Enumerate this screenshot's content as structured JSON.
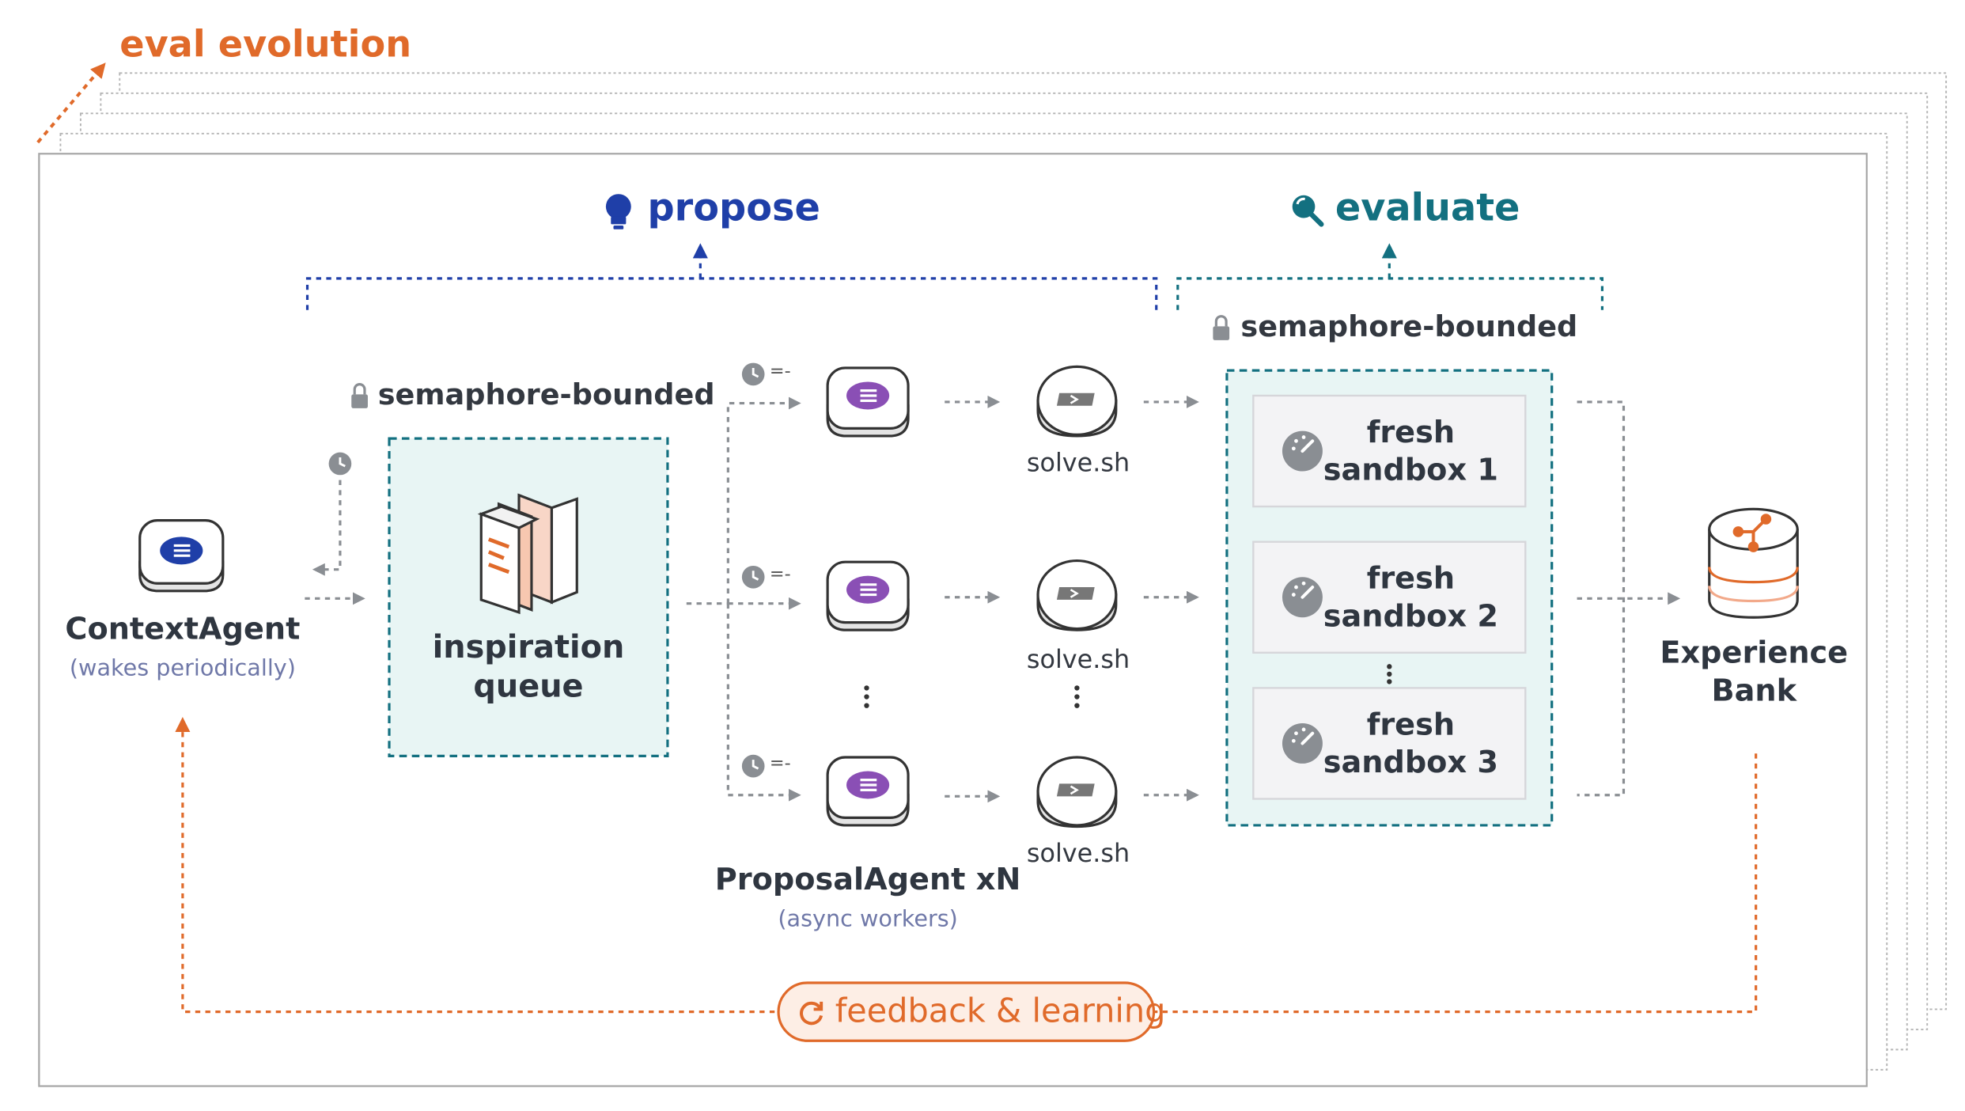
{
  "title": "eval evolution",
  "phases": {
    "propose": "propose",
    "evaluate": "evaluate"
  },
  "semaphore_label": "semaphore-bounded",
  "context_agent": {
    "name": "ContextAgent",
    "subtitle": "(wakes periodically)"
  },
  "queue": {
    "line1": "inspiration",
    "line2": "queue"
  },
  "proposal_agent": {
    "name": "ProposalAgent xN",
    "subtitle": "(async workers)"
  },
  "worker_timer_label": "=-",
  "solve_label": "solve.sh",
  "sandboxes": [
    {
      "line1": "fresh",
      "line2": "sandbox 1"
    },
    {
      "line1": "fresh",
      "line2": "sandbox 2"
    },
    {
      "line1": "fresh",
      "line2": "sandbox 3"
    }
  ],
  "experience_bank": {
    "line1": "Experience",
    "line2": "Bank"
  },
  "feedback": "feedback & learning",
  "colors": {
    "orange": "#e06a2a",
    "propose_blue": "#1f3fa8",
    "evaluate_teal": "#137080",
    "teal_box_fill": "#e8f5f4",
    "grey_arrow": "#8a8e93",
    "purple_icon": "#8a4fb5"
  },
  "icons": {
    "propose": "lightbulb-icon",
    "evaluate": "magnifier-icon",
    "semaphore": "lock-icon",
    "timer": "clock-icon",
    "sandbox": "gauge-icon",
    "feedback": "refresh-icon",
    "bank": "branch-icon"
  }
}
